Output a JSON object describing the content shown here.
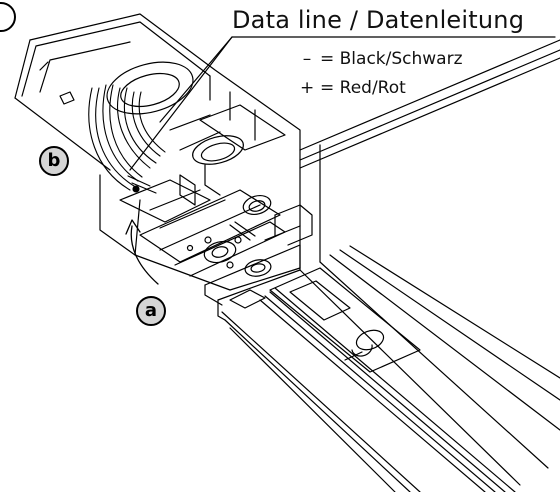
{
  "callout": {
    "title": "Data line / Datenleitung",
    "legend": [
      {
        "symbol": "–",
        "text": "= Black/Schwarz"
      },
      {
        "symbol": "+",
        "text": "= Red/Rot"
      }
    ]
  },
  "badges": {
    "a": "a",
    "b": "b"
  },
  "colors": {
    "line": "#000000",
    "badge_fill": "#d5d5d5",
    "background": "#ffffff"
  }
}
